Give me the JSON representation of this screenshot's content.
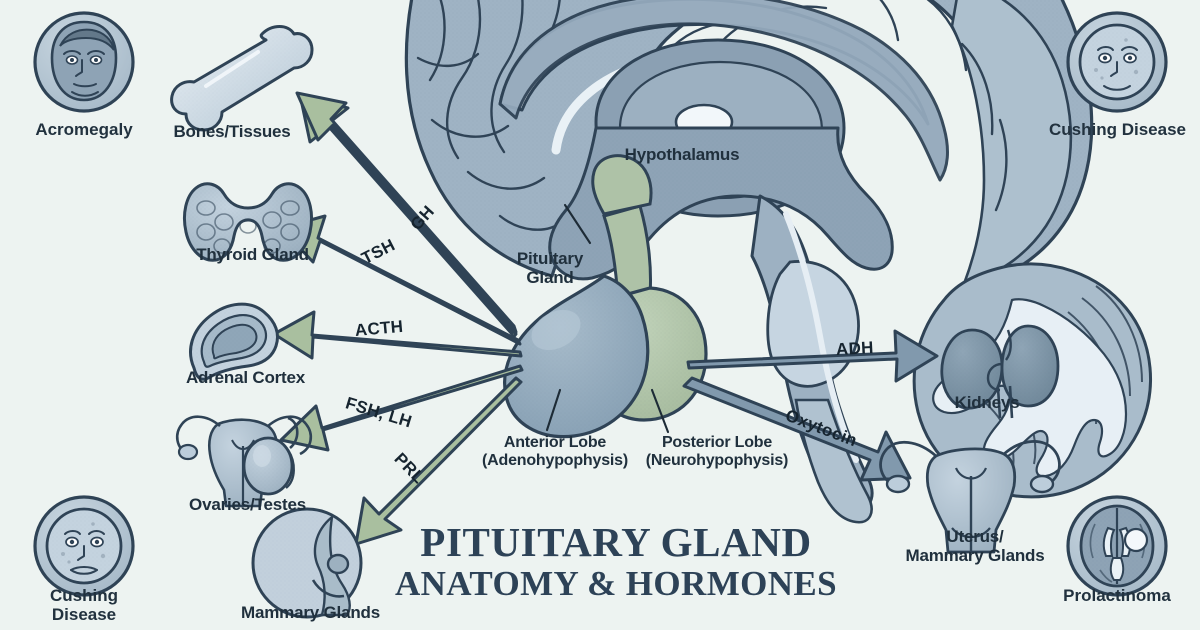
{
  "poster": {
    "background_color": "#edf3f1",
    "title_line1": "PITUITARY GLAND",
    "title_line2": "ANATOMY & HORMONES",
    "title_color": "#2d4257"
  },
  "brain": {
    "hypothalamus_label": "Hypothalamus",
    "pituitary_label": "Pituitary\nGland",
    "anterior_label": "Anterior Lobe\n(Adenohypophysis)",
    "posterior_label": "Posterior Lobe\n(Neurohypophysis)",
    "cerebrum_color": "#9fb3c4",
    "anterior_lobe_color": "#8fa6b8",
    "posterior_lobe_color": "#aec2a7",
    "cerebellum_color": "#c3d3e0",
    "outline_color": "#2f4356"
  },
  "anterior_hormones": {
    "arrow_color": "#a9bf9f",
    "items": [
      {
        "hormone": "GH",
        "target_label": "Bones/Tissues",
        "icon": "bone-icon"
      },
      {
        "hormone": "TSH",
        "target_label": "Thyroid Gland",
        "icon": "thyroid-icon"
      },
      {
        "hormone": "ACTH",
        "target_label": "Adrenal Cortex",
        "icon": "adrenal-icon"
      },
      {
        "hormone": "FSH, LH",
        "target_label": "Ovaries/Testes",
        "icon": "gonads-icon"
      },
      {
        "hormone": "PRL",
        "target_label": "Mammary Glands",
        "icon": "breast-icon"
      }
    ]
  },
  "posterior_hormones": {
    "arrow_color": "#8199ad",
    "items": [
      {
        "hormone": "ADH",
        "target_label": "Kidneys",
        "icon": "kidneys-icon"
      },
      {
        "hormone": "Oxytocin",
        "target_label": "Uterus/\nMammary Glands",
        "icon": "uterus-icon"
      }
    ]
  },
  "disorders": [
    {
      "position": "top-left",
      "label": "Acromegaly",
      "icon": "acromegaly-face-icon"
    },
    {
      "position": "top-right",
      "label": "Cushing Disease",
      "icon": "moon-face-icon"
    },
    {
      "position": "bottom-left",
      "label": "Cushing\nDisease",
      "icon": "moon-face-icon"
    },
    {
      "position": "bottom-right",
      "label": "Prolactinoma",
      "icon": "brain-scan-icon"
    }
  ]
}
